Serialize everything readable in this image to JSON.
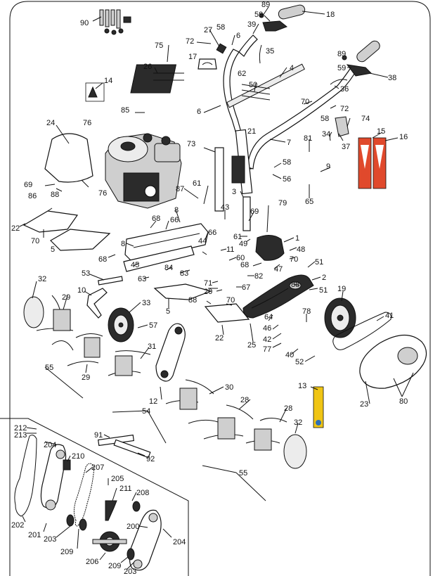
{
  "colors": {
    "line": "#111111",
    "warning_red": "#e0492c",
    "sticker_yellow": "#f0c514",
    "sticker_blue": "#2e6fb5"
  },
  "labels": [
    {
      "id": "p90",
      "text": "90"
    },
    {
      "id": "p89a",
      "text": "89"
    },
    {
      "id": "p59a",
      "text": "59"
    },
    {
      "id": "p39",
      "text": "39"
    },
    {
      "id": "p18",
      "text": "18"
    },
    {
      "id": "p27",
      "text": "27"
    },
    {
      "id": "p58a",
      "text": "58"
    },
    {
      "id": "p6a",
      "text": "6"
    },
    {
      "id": "p72a",
      "text": "72"
    },
    {
      "id": "p35",
      "text": "35"
    },
    {
      "id": "p75",
      "text": "75"
    },
    {
      "id": "p17",
      "text": "17"
    },
    {
      "id": "p26",
      "text": "26"
    },
    {
      "id": "p62",
      "text": "62"
    },
    {
      "id": "p4",
      "text": "4"
    },
    {
      "id": "p89b",
      "text": "89"
    },
    {
      "id": "p59b",
      "text": "59"
    },
    {
      "id": "p38",
      "text": "38"
    },
    {
      "id": "p14",
      "text": "14"
    },
    {
      "id": "p50",
      "text": "50"
    },
    {
      "id": "p36",
      "text": "36"
    },
    {
      "id": "p70a",
      "text": "70"
    },
    {
      "id": "p72b",
      "text": "72"
    },
    {
      "id": "p58b",
      "text": "58"
    },
    {
      "id": "p85",
      "text": "85"
    },
    {
      "id": "p6b",
      "text": "6"
    },
    {
      "id": "p74",
      "text": "74"
    },
    {
      "id": "p24",
      "text": "24"
    },
    {
      "id": "p76a",
      "text": "76"
    },
    {
      "id": "p21",
      "text": "21"
    },
    {
      "id": "p34",
      "text": "34"
    },
    {
      "id": "p15",
      "text": "15"
    },
    {
      "id": "p16",
      "text": "16"
    },
    {
      "id": "p7",
      "text": "7"
    },
    {
      "id": "p37",
      "text": "37"
    },
    {
      "id": "p73",
      "text": "73"
    },
    {
      "id": "p81",
      "text": "81"
    },
    {
      "id": "p58c",
      "text": "58"
    },
    {
      "id": "p9",
      "text": "9"
    },
    {
      "id": "p69a",
      "text": "69"
    },
    {
      "id": "p86",
      "text": "86"
    },
    {
      "id": "p76b",
      "text": "76"
    },
    {
      "id": "p56",
      "text": "56"
    },
    {
      "id": "p88a",
      "text": "88"
    },
    {
      "id": "p87",
      "text": "87"
    },
    {
      "id": "p61a",
      "text": "61"
    },
    {
      "id": "p3",
      "text": "3"
    },
    {
      "id": "p65",
      "text": "65"
    },
    {
      "id": "p43",
      "text": "43"
    },
    {
      "id": "p79",
      "text": "79"
    },
    {
      "id": "p22a",
      "text": "22"
    },
    {
      "id": "p8a",
      "text": "8"
    },
    {
      "id": "p69b",
      "text": "69"
    },
    {
      "id": "p70b",
      "text": "70"
    },
    {
      "id": "p68a",
      "text": "68"
    },
    {
      "id": "p66a",
      "text": "66"
    },
    {
      "id": "p61b",
      "text": "61"
    },
    {
      "id": "p1",
      "text": "1"
    },
    {
      "id": "p5a",
      "text": "5"
    },
    {
      "id": "p66b",
      "text": "66"
    },
    {
      "id": "p49",
      "text": "49"
    },
    {
      "id": "p8b",
      "text": "8"
    },
    {
      "id": "p44",
      "text": "44"
    },
    {
      "id": "p48",
      "text": "48"
    },
    {
      "id": "p68b",
      "text": "68"
    },
    {
      "id": "p45",
      "text": "45"
    },
    {
      "id": "p11",
      "text": "11"
    },
    {
      "id": "p60",
      "text": "60"
    },
    {
      "id": "p68c",
      "text": "68"
    },
    {
      "id": "p47",
      "text": "47"
    },
    {
      "id": "p70c",
      "text": "70"
    },
    {
      "id": "p51a",
      "text": "51"
    },
    {
      "id": "p84",
      "text": "84"
    },
    {
      "id": "p83",
      "text": "83"
    },
    {
      "id": "p82",
      "text": "82"
    },
    {
      "id": "p2",
      "text": "2"
    },
    {
      "id": "p53",
      "text": "53"
    },
    {
      "id": "p63",
      "text": "63"
    },
    {
      "id": "p71",
      "text": "71"
    },
    {
      "id": "p67",
      "text": "67"
    },
    {
      "id": "p88b",
      "text": "88"
    },
    {
      "id": "p32a",
      "text": "32"
    },
    {
      "id": "p20",
      "text": "20"
    },
    {
      "id": "p51b",
      "text": "51"
    },
    {
      "id": "p10",
      "text": "10"
    },
    {
      "id": "p5b",
      "text": "5"
    },
    {
      "id": "p88c",
      "text": "88"
    },
    {
      "id": "p70d",
      "text": "70"
    },
    {
      "id": "p78",
      "text": "78"
    },
    {
      "id": "p19",
      "text": "19"
    },
    {
      "id": "p29a",
      "text": "29"
    },
    {
      "id": "p33",
      "text": "33"
    },
    {
      "id": "p64",
      "text": "64"
    },
    {
      "id": "p41",
      "text": "41"
    },
    {
      "id": "p46",
      "text": "46"
    },
    {
      "id": "p57",
      "text": "57"
    },
    {
      "id": "p22b",
      "text": "22"
    },
    {
      "id": "p42",
      "text": "42"
    },
    {
      "id": "p25",
      "text": "25"
    },
    {
      "id": "p77",
      "text": "77"
    },
    {
      "id": "p40",
      "text": "40"
    },
    {
      "id": "p29b",
      "text": "29"
    },
    {
      "id": "p31",
      "text": "31"
    },
    {
      "id": "p52",
      "text": "52"
    },
    {
      "id": "p55a",
      "text": "55"
    },
    {
      "id": "p13",
      "text": "13"
    },
    {
      "id": "p30",
      "text": "30"
    },
    {
      "id": "p23",
      "text": "23"
    },
    {
      "id": "p80",
      "text": "80"
    },
    {
      "id": "p12",
      "text": "12"
    },
    {
      "id": "p28a",
      "text": "28"
    },
    {
      "id": "p28b",
      "text": "28"
    },
    {
      "id": "p54",
      "text": "54"
    },
    {
      "id": "p32b",
      "text": "32"
    },
    {
      "id": "p212",
      "text": "212"
    },
    {
      "id": "p213",
      "text": "213"
    },
    {
      "id": "p91",
      "text": "91"
    },
    {
      "id": "p204a",
      "text": "204"
    },
    {
      "id": "p92",
      "text": "92"
    },
    {
      "id": "p210",
      "text": "210"
    },
    {
      "id": "p207",
      "text": "207"
    },
    {
      "id": "p55b",
      "text": "55"
    },
    {
      "id": "p205",
      "text": "205"
    },
    {
      "id": "p211",
      "text": "211"
    },
    {
      "id": "p208",
      "text": "208"
    },
    {
      "id": "p202",
      "text": "202"
    },
    {
      "id": "p201",
      "text": "201"
    },
    {
      "id": "p203a",
      "text": "203"
    },
    {
      "id": "p200",
      "text": "200"
    },
    {
      "id": "p209a",
      "text": "209"
    },
    {
      "id": "p204b",
      "text": "204"
    },
    {
      "id": "p206",
      "text": "206"
    },
    {
      "id": "p209b",
      "text": "209"
    },
    {
      "id": "p203b",
      "text": "203"
    }
  ]
}
